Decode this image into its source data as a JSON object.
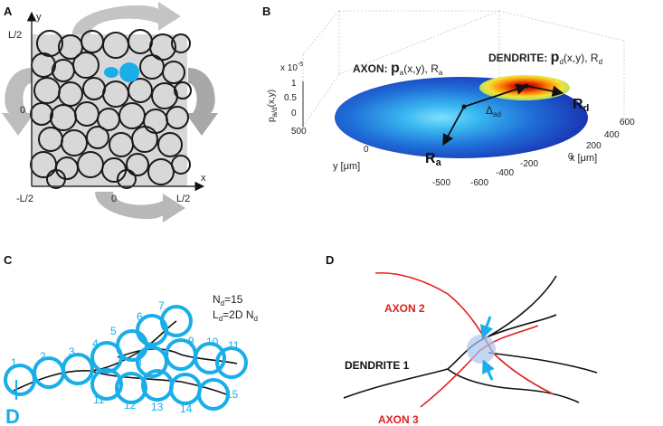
{
  "panels": {
    "a": {
      "label": "A",
      "y_axis": "y",
      "x_axis": "x",
      "tick_y_top": "L/2",
      "tick_y_mid": "0",
      "tick_x_left": "-L/2",
      "tick_x_mid": "0",
      "tick_x_right": "L/2"
    },
    "b": {
      "label": "B",
      "z_scale": "x 10",
      "z_scale_exp": "-5",
      "z_label": "p",
      "z_label_sub": "a/d",
      "z_label_args": "(x,y)",
      "z_ticks": [
        "1",
        "0.5",
        "0"
      ],
      "axon_label": "AXON: ",
      "axon_p": "p",
      "axon_p_sub": "a",
      "axon_args": "(x,y), R",
      "axon_r_sub": "a",
      "dendrite_label": "DENDRITE: ",
      "dendrite_p": "p",
      "dendrite_p_sub": "d",
      "dendrite_args": "(x,y), R",
      "dendrite_r_sub": "d",
      "rd_label": "R",
      "rd_sub": "d",
      "ra_label": "R",
      "ra_sub": "a",
      "delta_label": "Δ",
      "delta_sub": "ad",
      "y_axis_label": "y [μm]",
      "x_axis_label": "x [μm]",
      "y_ticks": [
        "500",
        "0",
        "-500"
      ],
      "x_ticks": [
        "600",
        "400",
        "200",
        "0",
        "-200",
        "-400",
        "-600"
      ]
    },
    "c": {
      "label": "C",
      "nd_text": "N",
      "nd_sub": "d",
      "nd_value": "=15",
      "ld_text": "L",
      "ld_sub": "d",
      "ld_value": "=2D N",
      "ld_sub2": "d",
      "numbers": [
        "1",
        "2",
        "3",
        "4",
        "5",
        "6",
        "7",
        "8",
        "9",
        "10",
        "11",
        "11",
        "12",
        "13",
        "14",
        "15"
      ],
      "d_label": "D"
    },
    "d": {
      "label": "D",
      "axon2": "AXON 2",
      "axon3": "AXON 3",
      "dendrite1": "DENDRITE 1"
    }
  },
  "colors": {
    "accent_blue": "#19aee8",
    "axon_red": "#e02020",
    "panel_gray": "#d8d8d8",
    "arrow_gray": "#9a9a9a"
  }
}
